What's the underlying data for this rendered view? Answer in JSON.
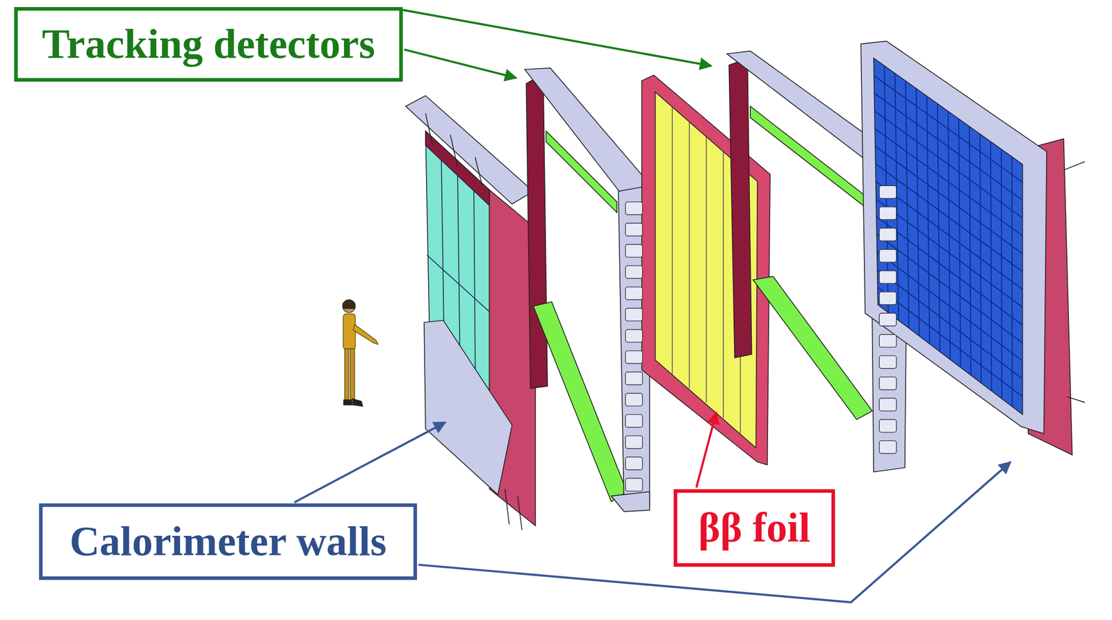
{
  "diagram": {
    "nodes": [
      {
        "text": [
          "Tracking detectors"
        ]
      },
      {
        "text": [
          "ββ foil"
        ]
      },
      {
        "text": [
          "Calorimeter walls"
        ]
      }
    ]
  }
}
